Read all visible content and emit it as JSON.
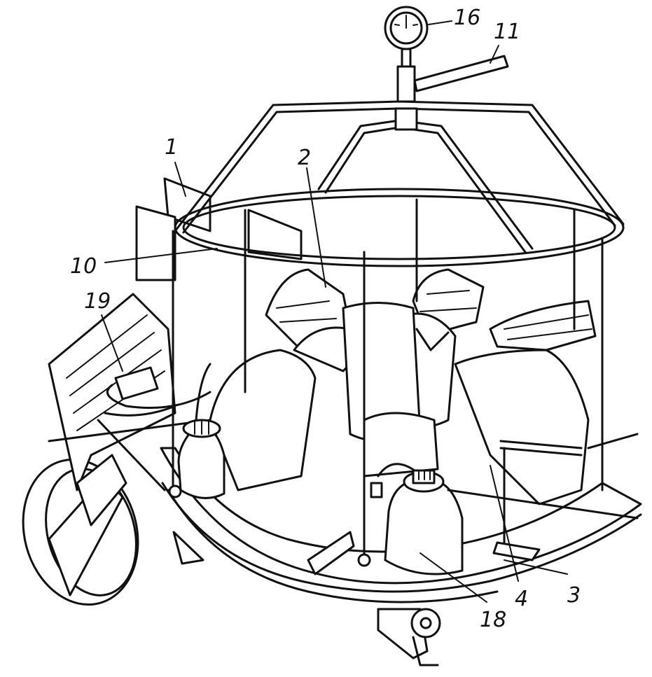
{
  "diagram": {
    "colors": {
      "ink": "#111111",
      "paper": "#ffffff"
    },
    "labels": [
      {
        "id": "1",
        "text": "1"
      },
      {
        "id": "2",
        "text": "2"
      },
      {
        "id": "3",
        "text": "3"
      },
      {
        "id": "4",
        "text": "4"
      },
      {
        "id": "10",
        "text": "10"
      },
      {
        "id": "11",
        "text": "11"
      },
      {
        "id": "16",
        "text": "16"
      },
      {
        "id": "18",
        "text": "18"
      },
      {
        "id": "19",
        "text": "19"
      }
    ]
  }
}
